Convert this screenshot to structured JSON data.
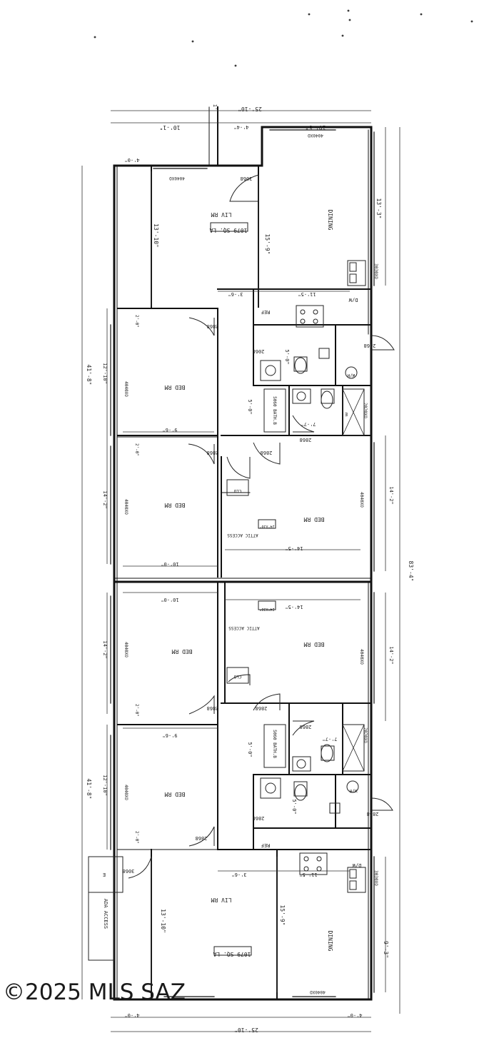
{
  "watermark": "©2025 MLS SAZ",
  "labels": {
    "liv_rm": "LIV RM",
    "dining": "DINING",
    "bed_rm": "BED RM",
    "area": "1079 SQ. LA",
    "ref": "REF",
    "dw": "D/W",
    "wh": "W/H",
    "clo": "CLO",
    "attic": "ATTIC ACCESS",
    "attic_size": "24\"X30\"",
    "ada": "ADA ACCESS",
    "tub": "5060 BATH.B",
    "win4040": "4040XO",
    "win3030": "3030XO",
    "win2020": "2020XO",
    "door3068": "3068",
    "door2868": "2868",
    "door2068": "2068",
    "symbol": "E"
  },
  "dims": {
    "overall_length": "83'-4\"",
    "unit_length": "41'-8\"",
    "width": "25'-10\"",
    "liv_width": "10'-1\"",
    "dining_width": "10'-5\"",
    "porch": "4'-0\"",
    "porch_inner": "4'-4\"",
    "liv_depth": "13'-10\"",
    "dining_depth": "13'-3\"",
    "dining_depth_b": "9'-3\"",
    "kitchen": "15'-9\"",
    "hall": "3'-6\"",
    "counter": "11'-5\"",
    "bed1_depth": "12'-10\"",
    "bed1_width": "9'-6\"",
    "bed2_depth": "14'-2\"",
    "bed2_width": "10'-0\"",
    "bed3_width": "14'-5\"",
    "bath_a": "5'-0\"",
    "bath_b": "7'-7\"",
    "closet": "2'-0\"",
    "stub": "1'"
  }
}
